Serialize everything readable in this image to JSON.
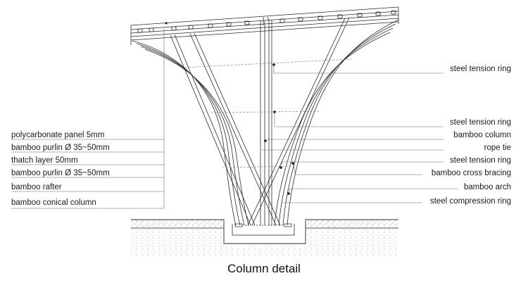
{
  "diagram": {
    "caption": "Column detail",
    "left_labels": [
      "polycarbonate panel 5mm",
      "bamboo purlin Ø 35~50mm",
      "thatch layer 50mm",
      "bamboo purlin Ø 35~50mm",
      "bamboo rafter",
      "bamboo  conical column"
    ],
    "right_labels": [
      "steel tension ring",
      "steel tension ring",
      "bamboo column",
      "rope tie",
      "steel tension ring",
      "bamboo cross bracing",
      "bamboo arch",
      "steel compression ring"
    ],
    "colors": {
      "line": "#2a2a2a",
      "leader": "#555555",
      "text": "#1a1a1a"
    }
  }
}
